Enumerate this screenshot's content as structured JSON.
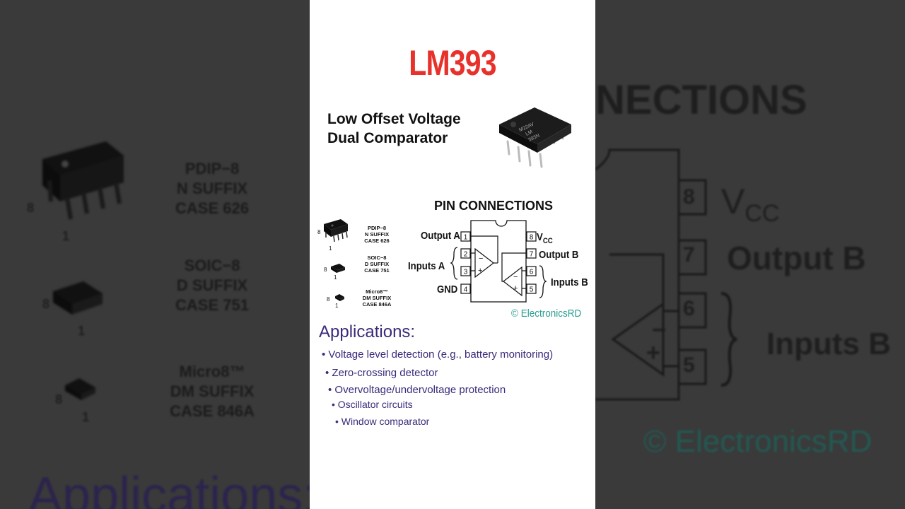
{
  "title": "LM393",
  "subtitle": {
    "line1": "Low Offset Voltage",
    "line2": "Dual Comparator"
  },
  "chip_marking": {
    "line1": "M22AV",
    "line2": "LM",
    "line3": "393N"
  },
  "pin_connections": {
    "heading": "PIN CONNECTIONS",
    "pins": [
      {
        "num": "1",
        "label": "Output A"
      },
      {
        "num": "2",
        "label": ""
      },
      {
        "num": "3",
        "label": ""
      },
      {
        "num": "4",
        "label": "GND"
      },
      {
        "num": "5",
        "label": ""
      },
      {
        "num": "6",
        "label": ""
      },
      {
        "num": "7",
        "label": "Output B"
      },
      {
        "num": "8",
        "label": "V"
      }
    ],
    "vcc_sub": "CC",
    "inputs_a": "Inputs A",
    "inputs_b": "Inputs B",
    "minus": "−",
    "plus": "+"
  },
  "packages": [
    {
      "line1": "PDIP−8",
      "line2": "N SUFFIX",
      "line3": "CASE 626"
    },
    {
      "line1": "SOIC−8",
      "line2": "D SUFFIX",
      "line3": "CASE 751"
    },
    {
      "line1": "Micro8™",
      "line2": "DM SUFFIX",
      "line3": "CASE 846A"
    }
  ],
  "package_pin_numbers": {
    "high": "8",
    "low": "1"
  },
  "copyright": "© ElectronicsRD",
  "applications": {
    "heading": "Applications:",
    "items": [
      "• Voltage level detection (e.g., battery monitoring)",
      "• Zero-crossing detector",
      "• Overvoltage/undervoltage protection",
      "• Oscillator circuits",
      "• Window comparator"
    ]
  },
  "backdrop_left": {
    "packages": [
      {
        "line1": "PDIP−8",
        "line2": "N SUFFIX",
        "line3": "CASE 626"
      },
      {
        "line1": "SOIC−8",
        "line2": "D SUFFIX",
        "line3": "CASE 751"
      },
      {
        "line1": "Micro8™",
        "line2": "DM SUFFIX",
        "line3": "CASE 846A"
      }
    ],
    "heading_fragment": "Applications:"
  },
  "backdrop_right": {
    "heading_fragment": "NECTIONS",
    "pin8": "8",
    "pin7": "7",
    "pin6": "6",
    "pin5": "5",
    "vcc": "V",
    "vcc_sub": "CC",
    "output_b": "Output B",
    "inputs_b": "Inputs B",
    "copyright": "© ElectronicsRD"
  },
  "colors": {
    "title": "#e8312a",
    "applications": "#3b2a7a",
    "copyright": "#2a9d8f"
  }
}
